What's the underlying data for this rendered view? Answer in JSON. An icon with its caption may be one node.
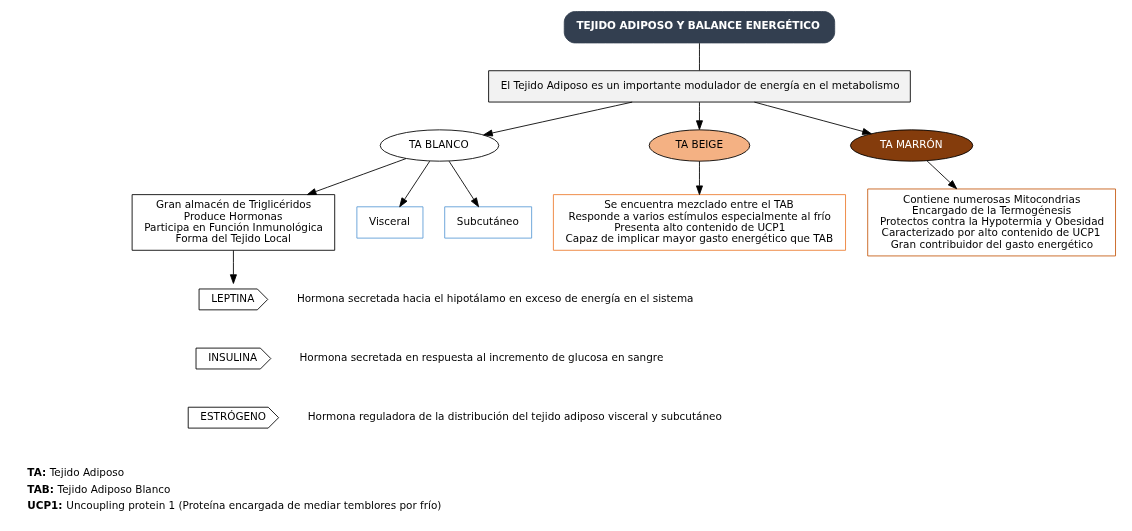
{
  "diagram": {
    "nodes": [
      {
        "text": [
          "TEJIDO ADIPOSO Y BALANCE ENERGÉTICO"
        ]
      },
      {
        "text": [
          "El Tejido Adiposo es un importante modulador de energía en el metabolismo"
        ]
      },
      {
        "text": [
          "TA BLANCO"
        ]
      },
      {
        "text": [
          "TA BEIGE"
        ]
      },
      {
        "text": [
          "TA MARRÓN"
        ]
      },
      {
        "text": [
          "Gran almacén de Triglicéridos",
          "Produce Hormonas",
          "Participa en Función Inmunológica",
          "Forma del Tejido Local"
        ]
      },
      {
        "text": [
          "Se encuentra mezclado entre el TAB",
          "Responde a varios estímulos especialmente al frío",
          "Presenta alto contenido de UCP1",
          "Capaz de implicar mayor gasto energético que TAB"
        ]
      },
      {
        "text": [
          "Contiene numerosas Mitocondrias",
          "Encargado de la Termogénesis",
          "Protectos contra la Hypotermia y Obesidad",
          "Caracterizado por alto contenido de UCP1",
          "Gran contribuidor del gasto energético"
        ]
      },
      {
        "text": [
          "Visceral"
        ]
      },
      {
        "text": [
          "Subcutáneo"
        ]
      },
      {
        "text": [
          "LEPTINA"
        ],
        "beside": [
          "Hormona secretada hacia el hipotálamo en exceso de energía en el sistema"
        ]
      },
      {
        "text": [
          "INSULINA"
        ],
        "beside": [
          "Hormona secretada en respuesta al incremento de glucosa en sangre"
        ]
      },
      {
        "text": [
          "ESTRÓGENO"
        ],
        "beside": [
          "Hormona reguladora de la distribución del tejido adiposo visceral y subcutáneo"
        ]
      }
    ],
    "edges": [
      {
        "from": 0,
        "to": 1,
        "arrow": "none"
      },
      {
        "from": 1,
        "to": 2,
        "arrow": "to"
      },
      {
        "from": 1,
        "to": 3,
        "arrow": "to"
      },
      {
        "from": 1,
        "to": 4,
        "arrow": "to"
      },
      {
        "from": 2,
        "to": 5,
        "arrow": "to"
      },
      {
        "from": 3,
        "to": 6,
        "arrow": "to"
      },
      {
        "from": 4,
        "to": 7,
        "arrow": "to"
      },
      {
        "from": 2,
        "to": 8,
        "arrow": "to"
      },
      {
        "from": 2,
        "to": 9,
        "arrow": "to"
      },
      {
        "from": 5,
        "to": 10,
        "arrow": "to"
      }
    ],
    "labels": [
      "**TA:** Tejido Adiposo",
      "**TAB:** Tejido Adiposo Blanco",
      "**UCP1:** Uncoupling protein 1 (Proteína encargada de mediar temblores por frío)"
    ]
  }
}
